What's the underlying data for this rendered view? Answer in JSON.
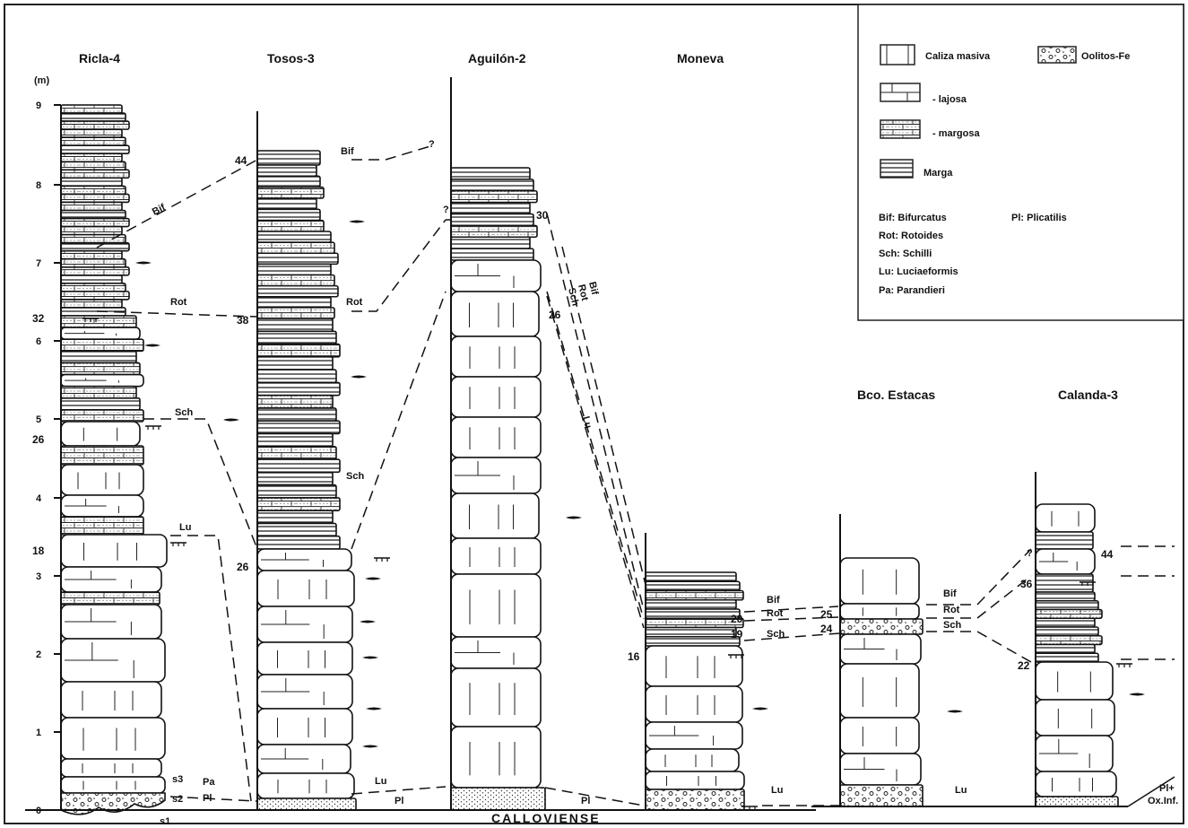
{
  "axis": {
    "unit": "(m)",
    "ticks": [
      "0",
      "1",
      "2",
      "3",
      "4",
      "5",
      "6",
      "7",
      "8",
      "9"
    ]
  },
  "sections": [
    {
      "name": "Ricla-4"
    },
    {
      "name": "Tosos-3"
    },
    {
      "name": "Aguilón-2"
    },
    {
      "name": "Moneva"
    },
    {
      "name": "Bco. Estacas"
    },
    {
      "name": "Calanda-3"
    }
  ],
  "base_label": "CALLOVIENSE",
  "legend": {
    "lithology": [
      {
        "label": "Caliza masiva"
      },
      {
        "label": "- lajosa"
      },
      {
        "label": "- margosa"
      },
      {
        "label": "Marga"
      },
      {
        "label": "Oolitos-Fe"
      }
    ],
    "zones": [
      "Bif: Bifurcatus",
      "Rot: Rotoides",
      "Sch: Schilli",
      "Lu: Luciaeformis",
      "Pa: Parandieri",
      "Pl: Plicatilis"
    ]
  },
  "bed_numbers": [
    "32",
    "26",
    "18",
    "44",
    "38",
    "26",
    "30",
    "26",
    "16",
    "19",
    "20",
    "25",
    "24",
    "44",
    "36",
    "22"
  ],
  "zone_labels": {
    "ricla": [
      "Bif",
      "Rot",
      "Sch",
      "Lu",
      "Pa",
      "Pl",
      "s1",
      "s2",
      "s3"
    ],
    "tosos": [
      "Bif",
      "Rot",
      "Sch",
      "Lu",
      "Pl"
    ],
    "aguilon": [
      "Pl",
      "Bif",
      "Rot",
      "Sch",
      "Lu"
    ],
    "moneva": [
      "Bif",
      "Rot",
      "Sch",
      "Lu"
    ],
    "estacas": [
      "Bif",
      "Rot",
      "Sch",
      "Lu"
    ],
    "calanda": [
      "?",
      "Pl+",
      "Ox.Inf."
    ],
    "question": [
      "?",
      "?"
    ]
  }
}
